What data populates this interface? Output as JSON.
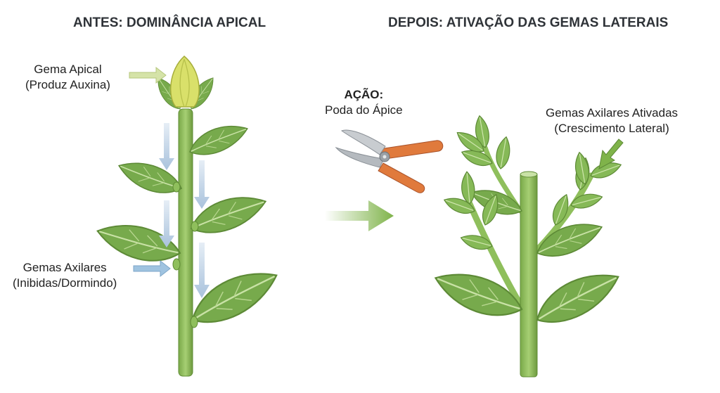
{
  "titles": {
    "before": "ANTES: DOMINÂNCIA APICAL",
    "after": "DEPOIS: ATIVAÇÃO DAS GEMAS LATERAIS"
  },
  "labels": {
    "apical_bud_line1": "Gema Apical",
    "apical_bud_line2": "(Produz Auxina)",
    "axillary_buds_line1": "Gemas Axilares",
    "axillary_buds_line2": "(Inibidas/Dormindo)",
    "action_title": "AÇÃO:",
    "action_text": "Poda do Ápice",
    "activated_line1": "Gemas Axilares Ativadas",
    "activated_line2": "(Crescimento Lateral)"
  },
  "colors": {
    "stem": "#8fbf5c",
    "stem_dark": "#6f9e3f",
    "leaf": "#77aa4c",
    "leaf_light": "#9ccb6a",
    "leaf_vein": "#c9e2a6",
    "bud": "#d9e06a",
    "auxin_arrow": "#b9cde0",
    "label_arrow_bud": "#d5e3a8",
    "label_arrow_axillary": "#9fc3e0",
    "label_arrow_activated": "#7fb34a",
    "process_arrow": "#8bbf5a",
    "pruner_handle": "#e07a3c",
    "pruner_blade": "#c8ccd0"
  }
}
